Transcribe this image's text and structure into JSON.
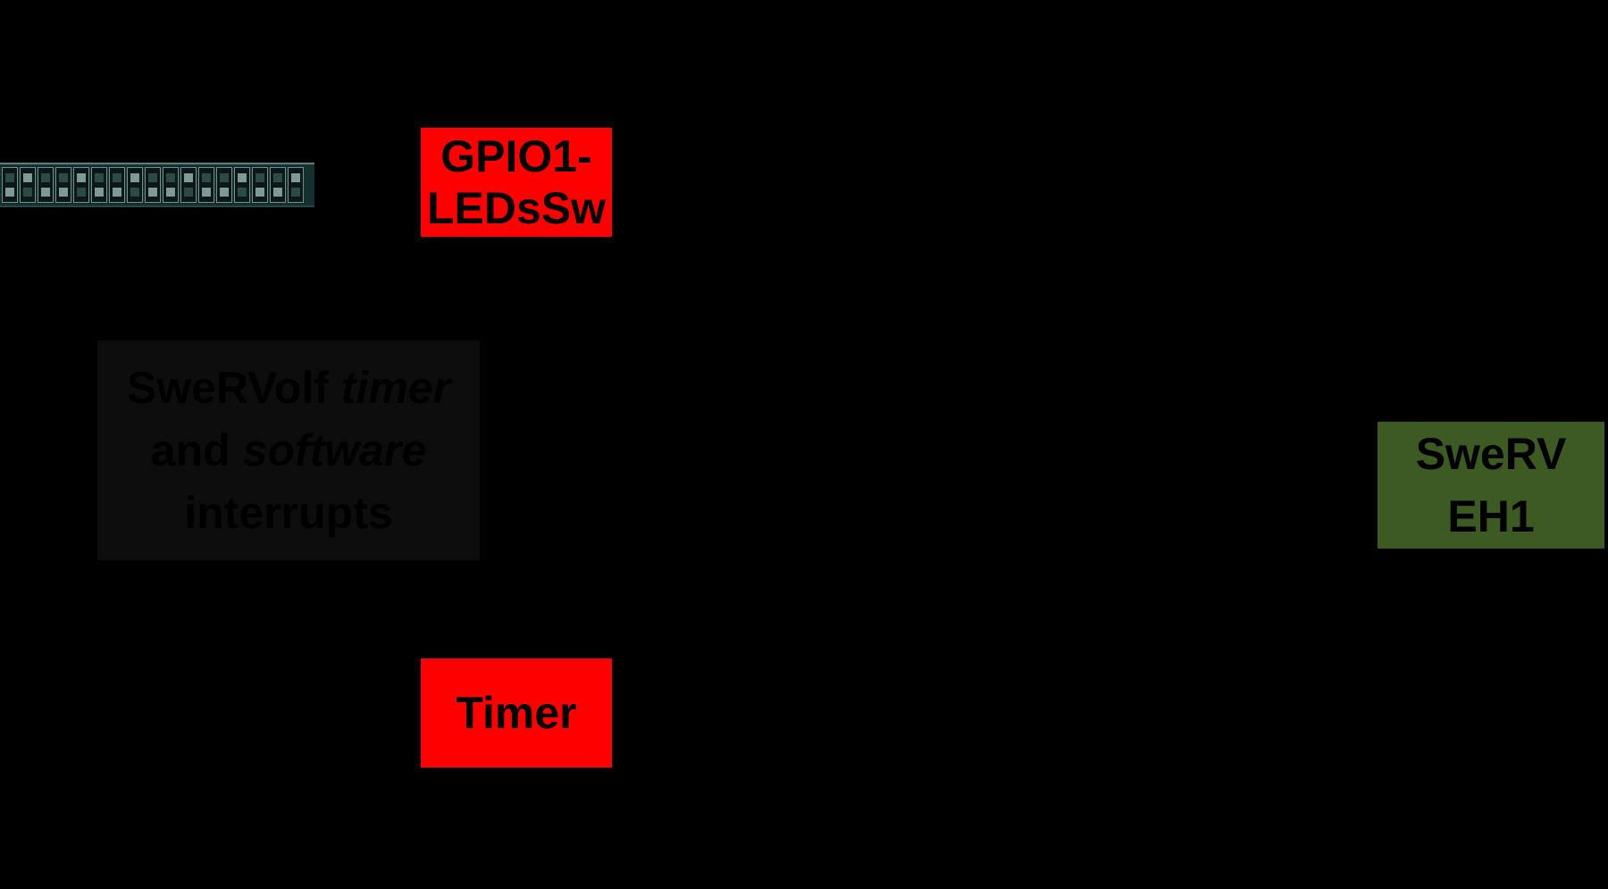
{
  "colors": {
    "background": "#000000",
    "peripheral_fill": "#ff0000",
    "core_fill": "#3d5a22",
    "caption_fill": "#0d0d0d",
    "switch_board": "#16302f"
  },
  "blocks": {
    "gpio": {
      "line1": "GPIO1-",
      "line2": "LEDsSw"
    },
    "timer": {
      "label": "Timer"
    },
    "core": {
      "line1": "SweRV",
      "line2": "EH1"
    }
  },
  "caption": {
    "line1_plain": "SweRVolf ",
    "line1_italic": "timer",
    "line2_plain": "and ",
    "line2_italic": "software",
    "line3": "interrupts"
  },
  "switches": {
    "icon": "dip-switch-array-icon",
    "count": 17
  }
}
